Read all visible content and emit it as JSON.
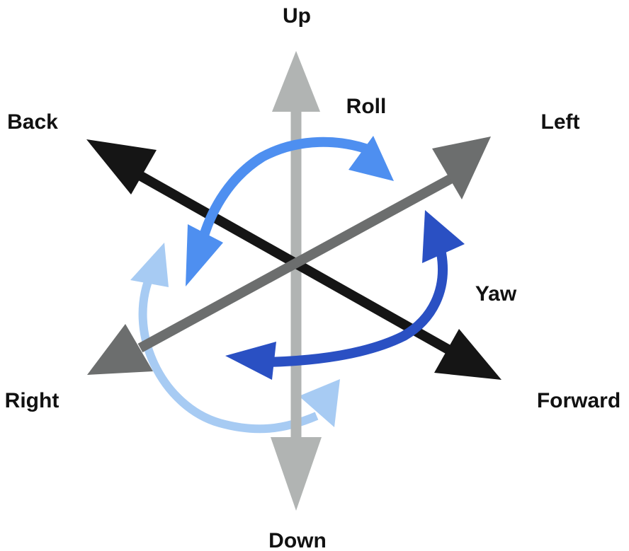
{
  "labels": {
    "up": "Up",
    "down": "Down",
    "back": "Back",
    "left": "Left",
    "right": "Right",
    "forward": "Forward",
    "roll": "Roll",
    "yaw": "Yaw"
  },
  "colors": {
    "vertical_axis": "#b1b4b3",
    "back_forward_axis": "#151515",
    "left_right_axis": "#6c6e6e",
    "roll_arrow": "#4e8ff0",
    "yaw_arrow": "#2a50c3",
    "pitch_arrow": "#a7cbf3",
    "label_text": "#111111"
  }
}
